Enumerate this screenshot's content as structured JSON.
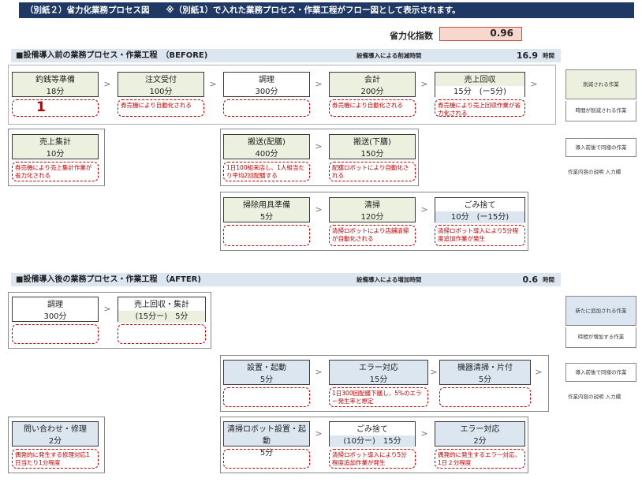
{
  "header": {
    "title": "（別紙２）省力化業務プロセス図　　※（別紙1）で入れた業務プロセス・作業工程がフロー図として表示されます。"
  },
  "index": {
    "label": "省力化指数",
    "value": "0.96"
  },
  "before": {
    "title": "■設備導入前の業務プロセス・作業工程　（BEFORE)",
    "sub": "設備導入による削減時間",
    "value": "16.9",
    "unit": "時間",
    "steps": [
      {
        "name": "釣銭等準備",
        "time": "18分",
        "note": "1"
      },
      {
        "name": "注文受付",
        "time": "100分",
        "note": "券売機により自動化される"
      },
      {
        "name": "調理",
        "time": "300分",
        "note": ""
      },
      {
        "name": "会計",
        "time": "200分",
        "note": "券売機により自動化される"
      },
      {
        "name": "売上回収",
        "time": "15分　(ー5分)",
        "note": "券売機により売上回収作業が省力化される"
      },
      {
        "name": "売上集計",
        "time": "10分",
        "note": "券売機により売上集計作業が省力化される"
      },
      {
        "name": "搬送(配膳)",
        "time": "400分",
        "note": "1日100組来店し、1人組当たり平均2回配膳する"
      },
      {
        "name": "搬送(下膳)",
        "time": "150分",
        "note": "配膳ロボットにより自動化される"
      },
      {
        "name": "掃除用具準備",
        "time": "5分",
        "note": ""
      },
      {
        "name": "清掃",
        "time": "120分",
        "note": "清掃ロボットにより店舗清掃が自動化される"
      },
      {
        "name": "ごみ捨て",
        "time": "10分　(ー15分)",
        "note": "清掃ロボット導入により5分程度追加作業が発生"
      }
    ]
  },
  "after": {
    "title": "■設備導入後の業務プロセス・作業工程　（AFTER)",
    "sub": "設備導入による増加時間",
    "value": "0.6",
    "unit": "時間",
    "steps": [
      {
        "name": "調理",
        "time": "300分",
        "note": ""
      },
      {
        "name": "売上回収・集計",
        "time": "(15分ー)　5分",
        "note": ""
      },
      {
        "name": "設置・起動",
        "time": "5分",
        "note": ""
      },
      {
        "name": "エラー対応",
        "time": "15分",
        "note": "1日300回配膳下膳し、5%のエラー発生率と想定"
      },
      {
        "name": "機器清掃・片付",
        "time": "5分",
        "note": ""
      },
      {
        "name": "問い合わせ・修理",
        "time": "2分",
        "note": "偶発的に発生する修理対応1日当たり1分程度"
      },
      {
        "name": "清掃ロボット設置・起動",
        "time": "5分",
        "note": ""
      },
      {
        "name": "ごみ捨て",
        "time": "(10分ー)　15分",
        "note": "清掃ロボット導入により5分程度追加作業が発生"
      },
      {
        "name": "エラー対応",
        "time": "2分",
        "note": "偶発的に発生するエラー対応、1日２分程度"
      }
    ]
  },
  "arrow": ">",
  "legend": {
    "before": [
      "削減される作業",
      "時間が削減される作業",
      "導入前後で同様の作業",
      "作業内容の説明 入力欄"
    ],
    "after": [
      "新たに追加される作業",
      "時間が増加する作業",
      "導入前後で同様の作業",
      "作業内容の説明 入力欄"
    ]
  }
}
